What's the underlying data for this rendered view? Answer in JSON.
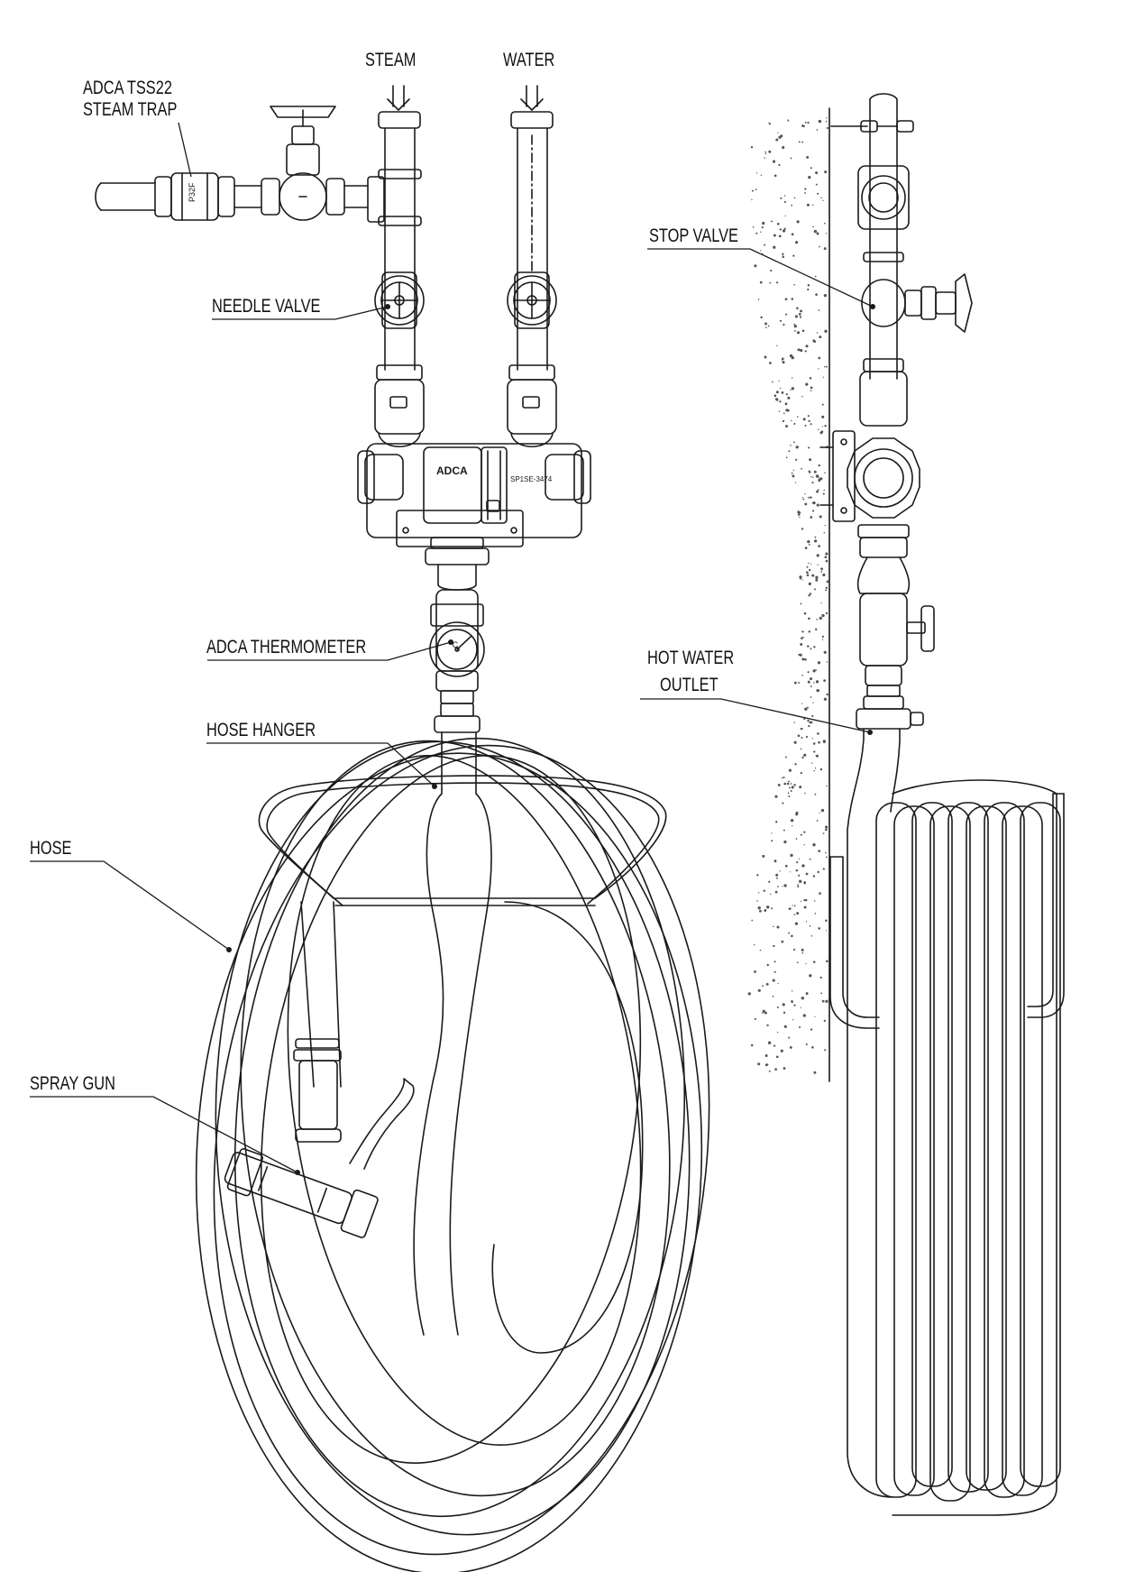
{
  "labels": {
    "steam": "STEAM",
    "water": "WATER",
    "steam_trap_line1": "ADCA TSS22",
    "steam_trap_line2": "STEAM TRAP",
    "needle_valve": "NEEDLE VALVE",
    "stop_valve": "STOP VALVE",
    "thermometer": "ADCA THERMOMETER",
    "hot_water_outlet_line1": "HOT WATER",
    "hot_water_outlet_line2": "OUTLET",
    "hose_hanger": "HOSE HANGER",
    "hose": "HOSE",
    "spray_gun": "SPRAY GUN"
  },
  "markings": {
    "trap_body": "P32F",
    "mixer_brand": "ADCA",
    "mixer_model": "SP1SE-3474",
    "thermometer_unit": "°C"
  },
  "colors": {
    "line": "#1a1a1a",
    "background": "#ffffff",
    "wall_dots": "#555555"
  }
}
